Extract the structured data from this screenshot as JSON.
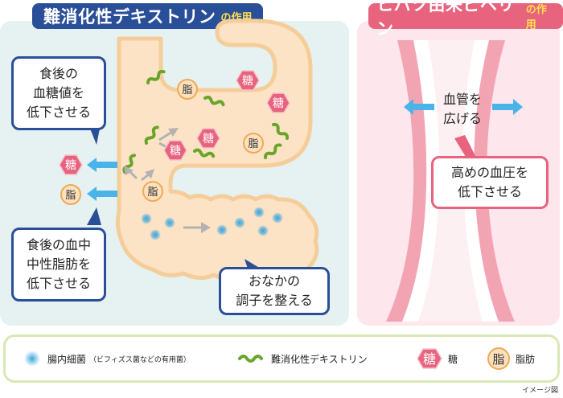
{
  "left_title": {
    "main": "難消化性デキストリン",
    "sub": "の作用"
  },
  "right_title": {
    "main": "ヒハツ由来ピペリン",
    "sub": "の作用"
  },
  "callouts": {
    "blood_sugar": [
      "食後の",
      "血糖値を",
      "低下させる"
    ],
    "fat": [
      "食後の血中",
      "中性脂肪を",
      "低下させる"
    ],
    "gut": [
      "おなかの",
      "調子を整える"
    ],
    "vessel": [
      "血管を",
      "広げる"
    ],
    "pressure": [
      "高めの血圧を",
      "低下させる"
    ]
  },
  "tokens": {
    "sugar": "糖",
    "fat": "脂"
  },
  "legend": {
    "bacteria": "腸内細菌",
    "bacteria_note": "（ビフィズス菌などの有用菌）",
    "dextrin": "難消化性デキストリン",
    "sugar_icon": "糖",
    "sugar_label": "糖",
    "fat_icon": "脂",
    "fat_label": "脂肪"
  },
  "caption": "イメージ図",
  "colors": {
    "navy": "#2a4f99",
    "pink": "#e8637e",
    "yellow": "#ffe14a",
    "intestine_fill": "#fde3c6",
    "intestine_stroke": "#f5cd99",
    "green": "#6aa52a",
    "bacteria": "#3aa6de",
    "arrow_blue": "#4ab3e8"
  }
}
